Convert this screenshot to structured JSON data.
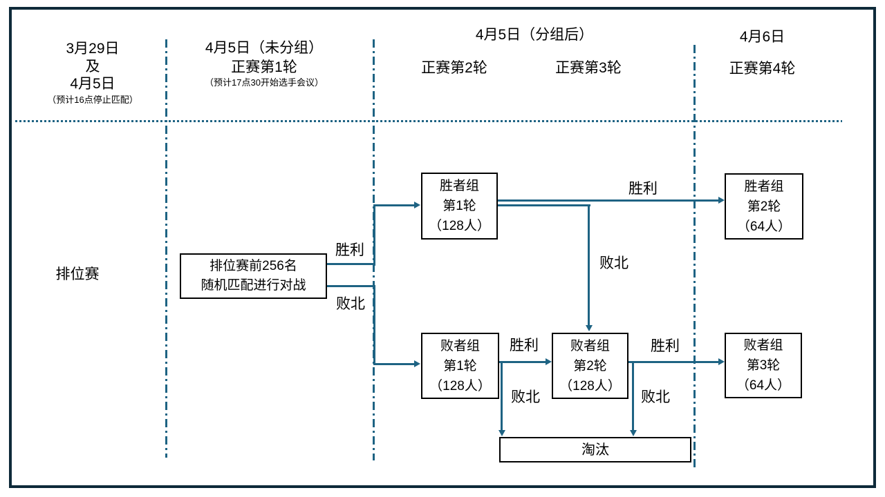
{
  "palette": {
    "line_color": "#1e6383",
    "frame_color": "#0e2a3a",
    "box_border_color": "#000000",
    "text_color": "#000000",
    "background": "#ffffff"
  },
  "header": {
    "col1": {
      "date1": "3月29日",
      "conj": "及",
      "date2": "4月5日",
      "note": "（预计16点停止匹配）"
    },
    "col2": {
      "title": "4月5日（未分组）",
      "round": "正赛第1轮",
      "note": "（预计17点30开始选手会议）"
    },
    "col3": {
      "title": "4月5日（分组后）",
      "round2": "正赛第2轮",
      "round3": "正赛第3轮"
    },
    "col4": {
      "title": "4月6日",
      "round": "正赛第4轮"
    }
  },
  "body": {
    "stage_label": "排位赛",
    "boxes": {
      "seed": {
        "line1": "排位赛前256名",
        "line2": "随机匹配进行对战"
      },
      "winners_r1": {
        "line1": "胜者组",
        "line2": "第1轮",
        "line3": "（128人）"
      },
      "winners_r2": {
        "line1": "胜者组",
        "line2": "第2轮",
        "line3": "（64人）"
      },
      "losers_r1": {
        "line1": "败者组",
        "line2": "第1轮",
        "line3": "（128人）"
      },
      "losers_r2": {
        "line1": "败者组",
        "line2": "第2轮",
        "line3": "（128人）"
      },
      "losers_r3": {
        "line1": "败者组",
        "line2": "第3轮",
        "line3": "（64人）"
      },
      "eliminated": "淘汰"
    },
    "edge_labels": {
      "win": "胜利",
      "lose": "败北"
    }
  }
}
